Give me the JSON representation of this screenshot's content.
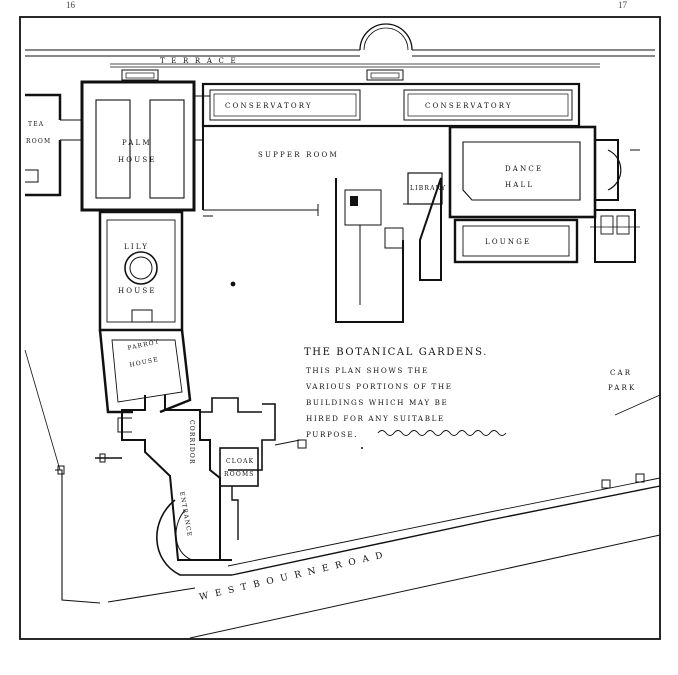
{
  "page_numbers": {
    "left": "16",
    "right": "17"
  },
  "labels": {
    "terrace": "T E R R A C E",
    "conservatory_left": "CONSERVATORY",
    "conservatory_right": "CONSERVATORY",
    "tea_room_1": "TEA",
    "tea_room_2": "ROOM",
    "palm_house_1": "PALM",
    "palm_house_2": "HOUSE",
    "supper_room": "SUPPER  ROOM",
    "library": "LIBRARY",
    "dance_hall_1": "DANCE",
    "dance_hall_2": "HALL",
    "lounge": "LOUNGE",
    "lily_house_1": "LILY",
    "lily_house_2": "HOUSE",
    "parrot_house_1": "PARROT",
    "parrot_house_2": "HOUSE",
    "corridor": "CORRIDOR",
    "entrance": "ENTRANCE",
    "cloak_rooms_1": "CLOAK",
    "cloak_rooms_2": "ROOMS",
    "car_park_1": "CAR",
    "car_park_2": "PARK",
    "westbourne_road": "W E S T B O U R N E    R O A D"
  },
  "note": {
    "title": "THE  BOTANICAL GARDENS.",
    "lines": [
      "THIS  PLAN  SHOWS  THE",
      "VARIOUS  PORTIONS OF THE",
      "BUILDINGS  WHICH MAY  BE",
      "HIRED  FOR  ANY  SUITABLE",
      "PURPOSE."
    ]
  }
}
